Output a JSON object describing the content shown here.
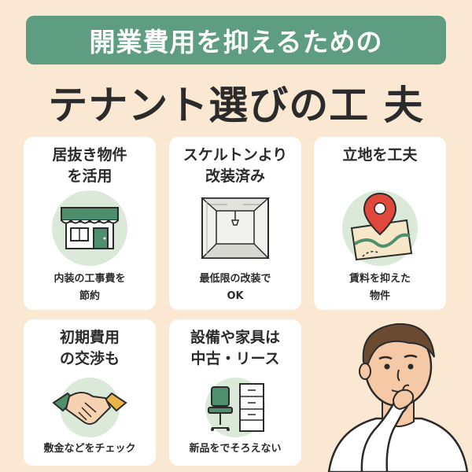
{
  "banner": {
    "text": "開業費用を抑えるための"
  },
  "title": {
    "text": "テナント選びの工 夫"
  },
  "cards": [
    {
      "title": [
        "居抜き物件",
        "を活用"
      ],
      "note": [
        "内装の工事費を",
        "節約"
      ],
      "icon": "storefront-icon"
    },
    {
      "title": [
        "スケルトンより",
        "改装済み"
      ],
      "note": [
        "最低限の改装で",
        "OK"
      ],
      "icon": "empty-room-icon"
    },
    {
      "title": [
        "立地を工夫"
      ],
      "note": [
        "賃料を抑えた",
        "物件"
      ],
      "icon": "map-pin-icon"
    },
    {
      "title": [
        "初期費用",
        "の交渉も"
      ],
      "note": [
        "敷金などをチェック"
      ],
      "icon": "handshake-icon"
    },
    {
      "title": [
        "設備や家具は",
        "中古・リース"
      ],
      "note": [
        "新品をでそろえない"
      ],
      "icon": "office-furniture-icon"
    }
  ],
  "colors": {
    "background": "#fbe8d3",
    "banner": "#5e9d82",
    "icon_circle": "#dbe9d9",
    "accent_green": "#4e8f6d",
    "pin_red": "#e0483b",
    "text": "#2b2b2b"
  }
}
